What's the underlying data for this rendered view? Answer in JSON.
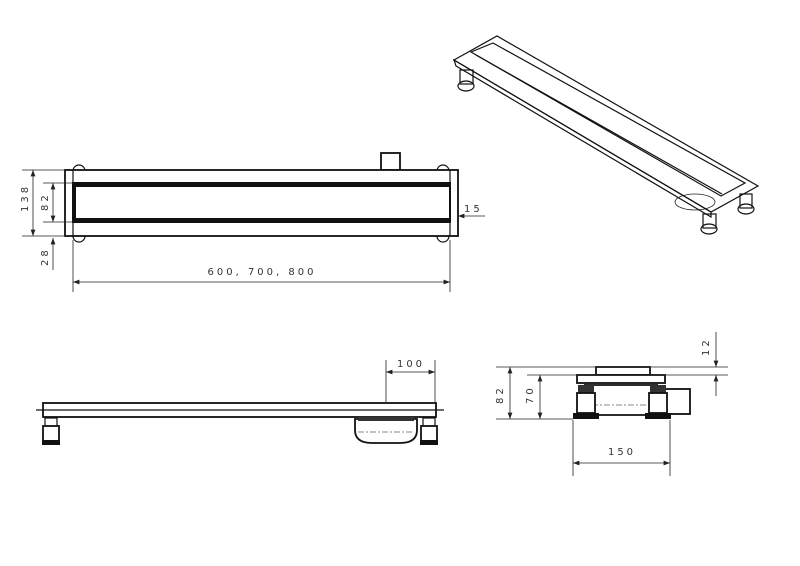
{
  "drawing": {
    "top_view": {
      "height_label": "138",
      "grate_width_label": "82",
      "foot_offset_label": "28",
      "end_plate_label": "15",
      "length_label": "600, 700, 800"
    },
    "side_view": {
      "outlet_offset_label": "100"
    },
    "end_view": {
      "total_height_label": "82",
      "body_height_label": "70",
      "grate_thickness_label": "12",
      "width_label": "150"
    },
    "colors": {
      "line": "#111111",
      "grate_fill": "#7a7a7a",
      "frame_fill": "#e6e6e6"
    }
  }
}
